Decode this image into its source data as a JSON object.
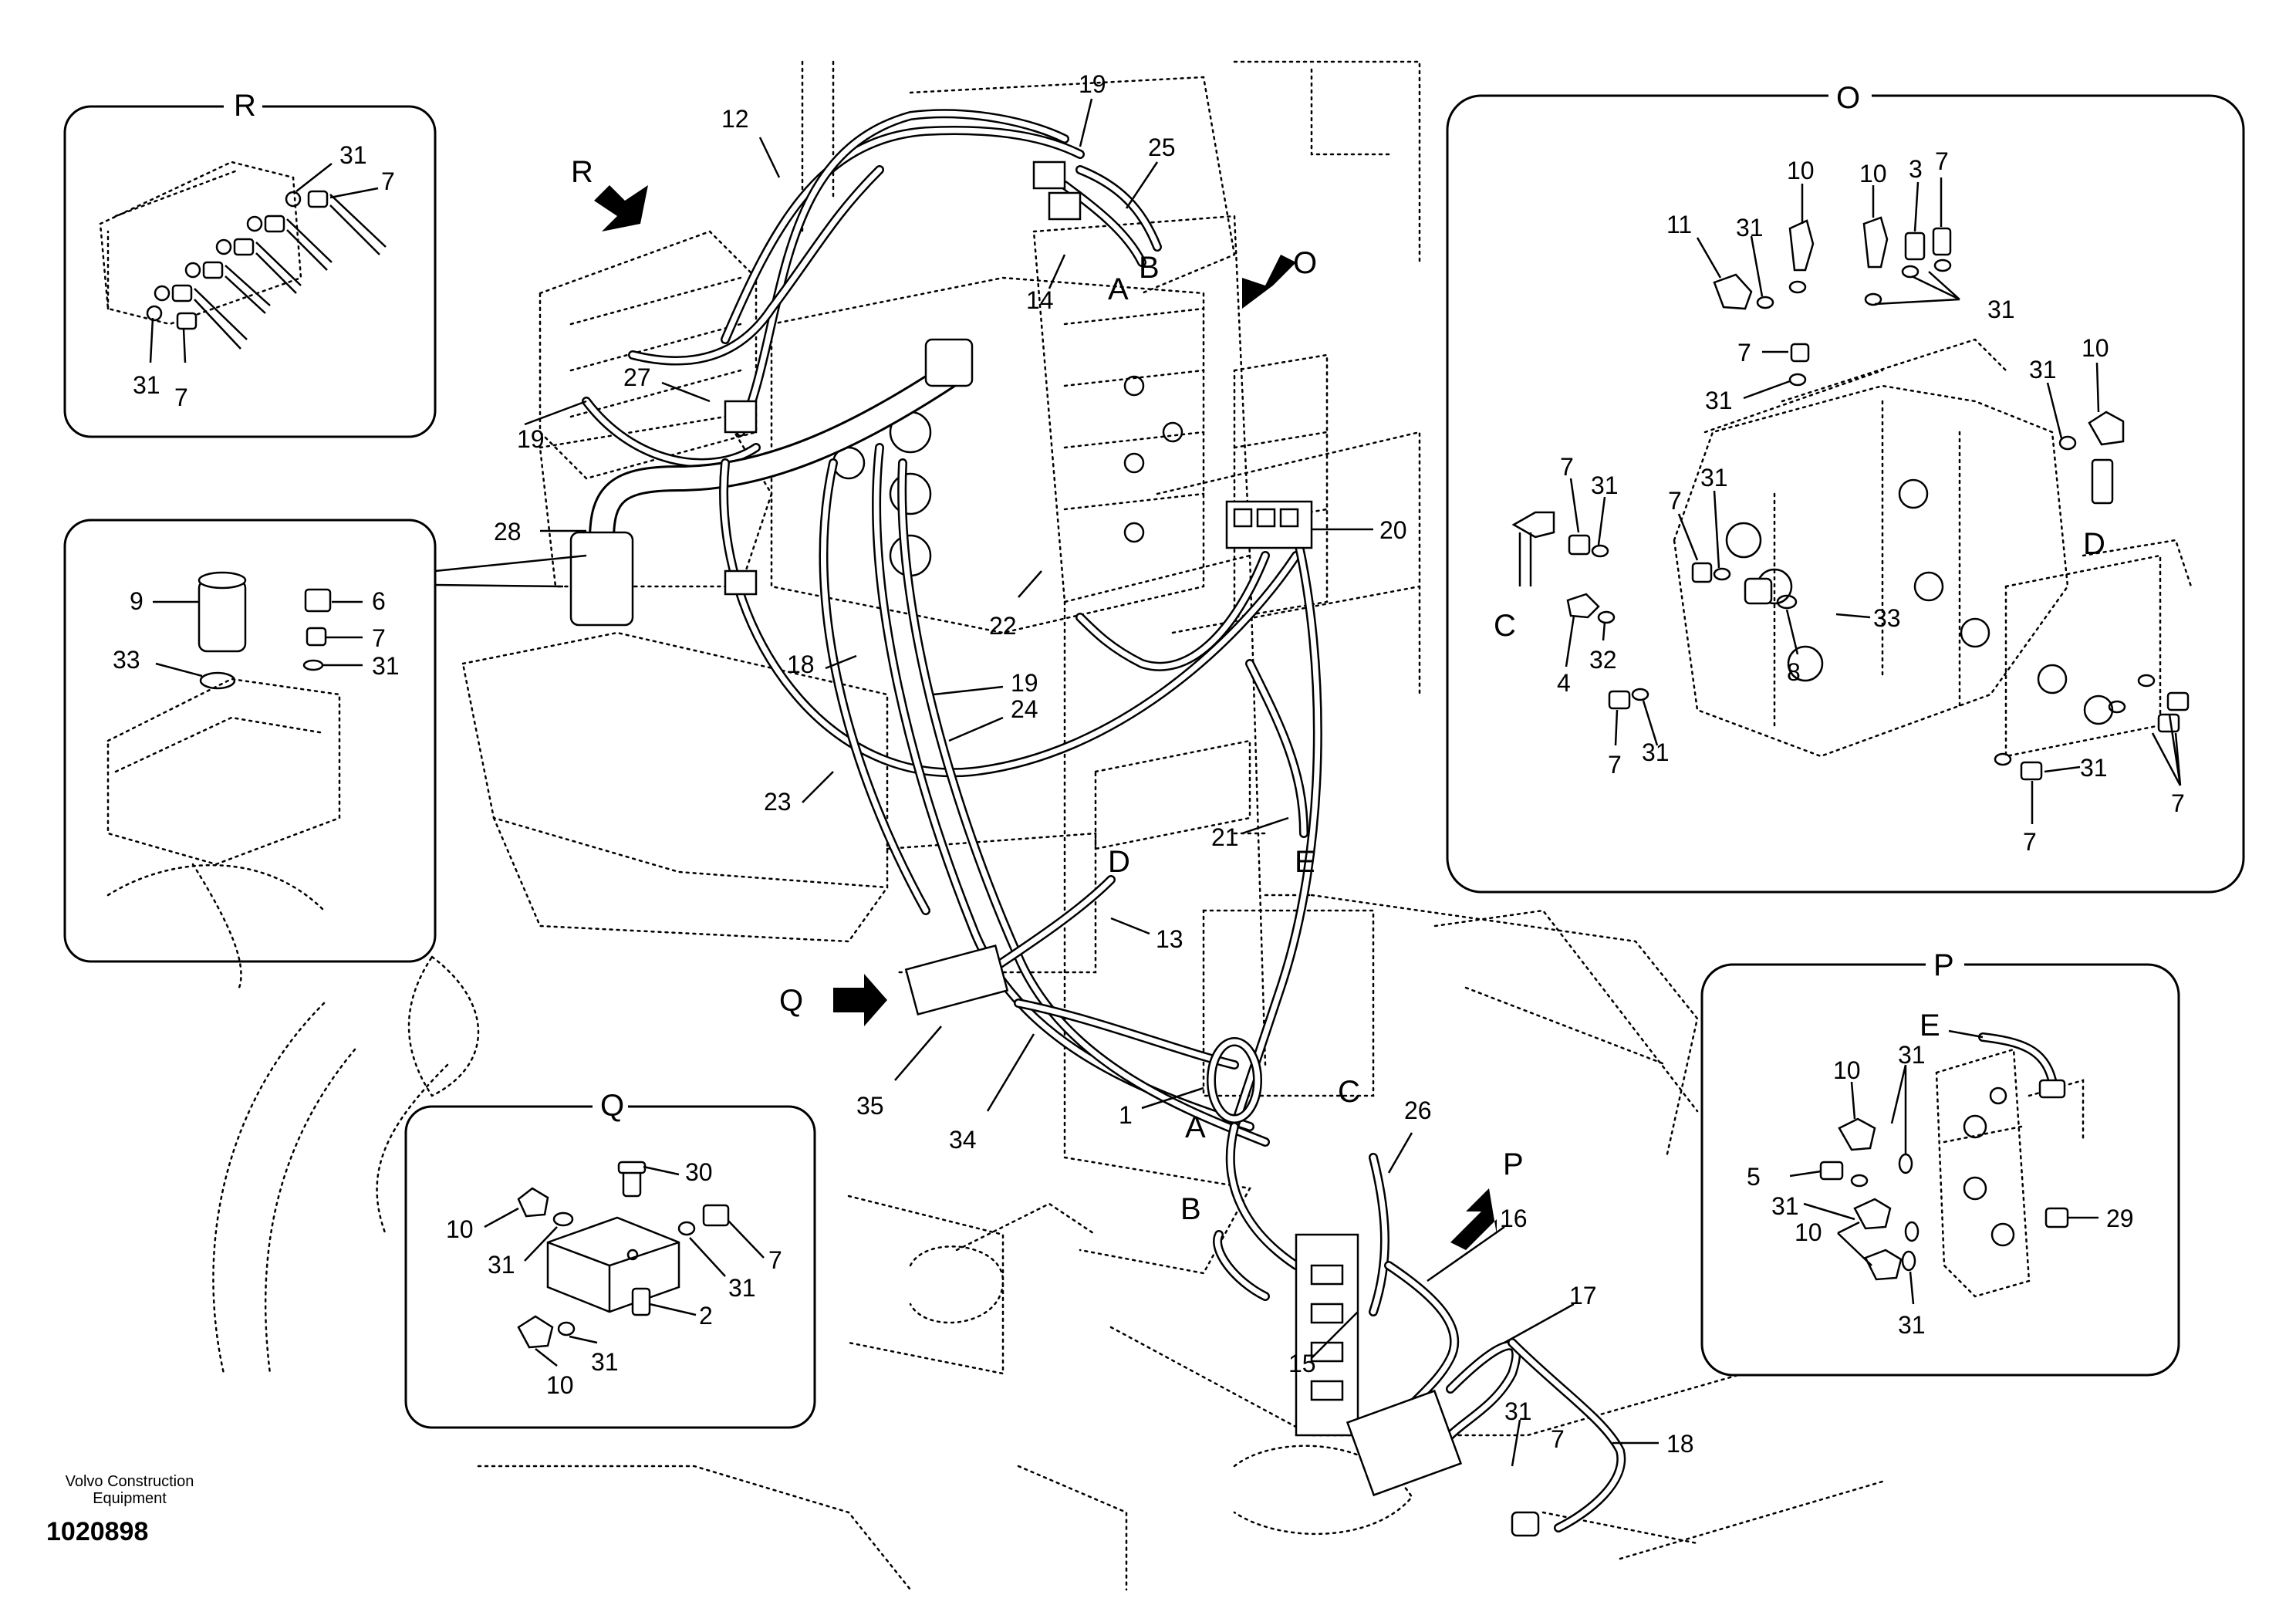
{
  "footer": {
    "company_line1": "Volvo Construction",
    "company_line2": "Equipment",
    "doc_number": "1020898"
  },
  "insets": {
    "R": {
      "title": "R",
      "callouts": [
        "31",
        "7",
        "31",
        "7"
      ]
    },
    "detail9": {
      "callouts": [
        "9",
        "6",
        "7",
        "31",
        "33"
      ]
    },
    "Q": {
      "title": "Q",
      "callouts": [
        "30",
        "10",
        "31",
        "7",
        "31",
        "2",
        "10",
        "31"
      ]
    },
    "O": {
      "title": "O",
      "callouts": [
        "10",
        "10",
        "3",
        "7",
        "11",
        "31",
        "31",
        "7",
        "31",
        "31",
        "10",
        "7",
        "31",
        "7",
        "31",
        "C",
        "4",
        "32",
        "8",
        "33",
        "D",
        "7",
        "31",
        "31",
        "7",
        "7"
      ]
    },
    "P": {
      "title": "P",
      "callouts": [
        "E",
        "10",
        "31",
        "5",
        "31",
        "10",
        "29",
        "31"
      ]
    }
  },
  "main": {
    "view_arrows": [
      "R",
      "O",
      "Q",
      "P"
    ],
    "callouts": [
      "12",
      "19",
      "25",
      "A",
      "B",
      "14",
      "27",
      "19",
      "28",
      "20",
      "22",
      "18",
      "19",
      "24",
      "23",
      "D",
      "21",
      "E",
      "13",
      "35",
      "34",
      "1",
      "A",
      "C",
      "26",
      "B",
      "16",
      "17",
      "15",
      "31",
      "7",
      "18"
    ]
  },
  "icons": [
    "view-arrow-icon"
  ]
}
